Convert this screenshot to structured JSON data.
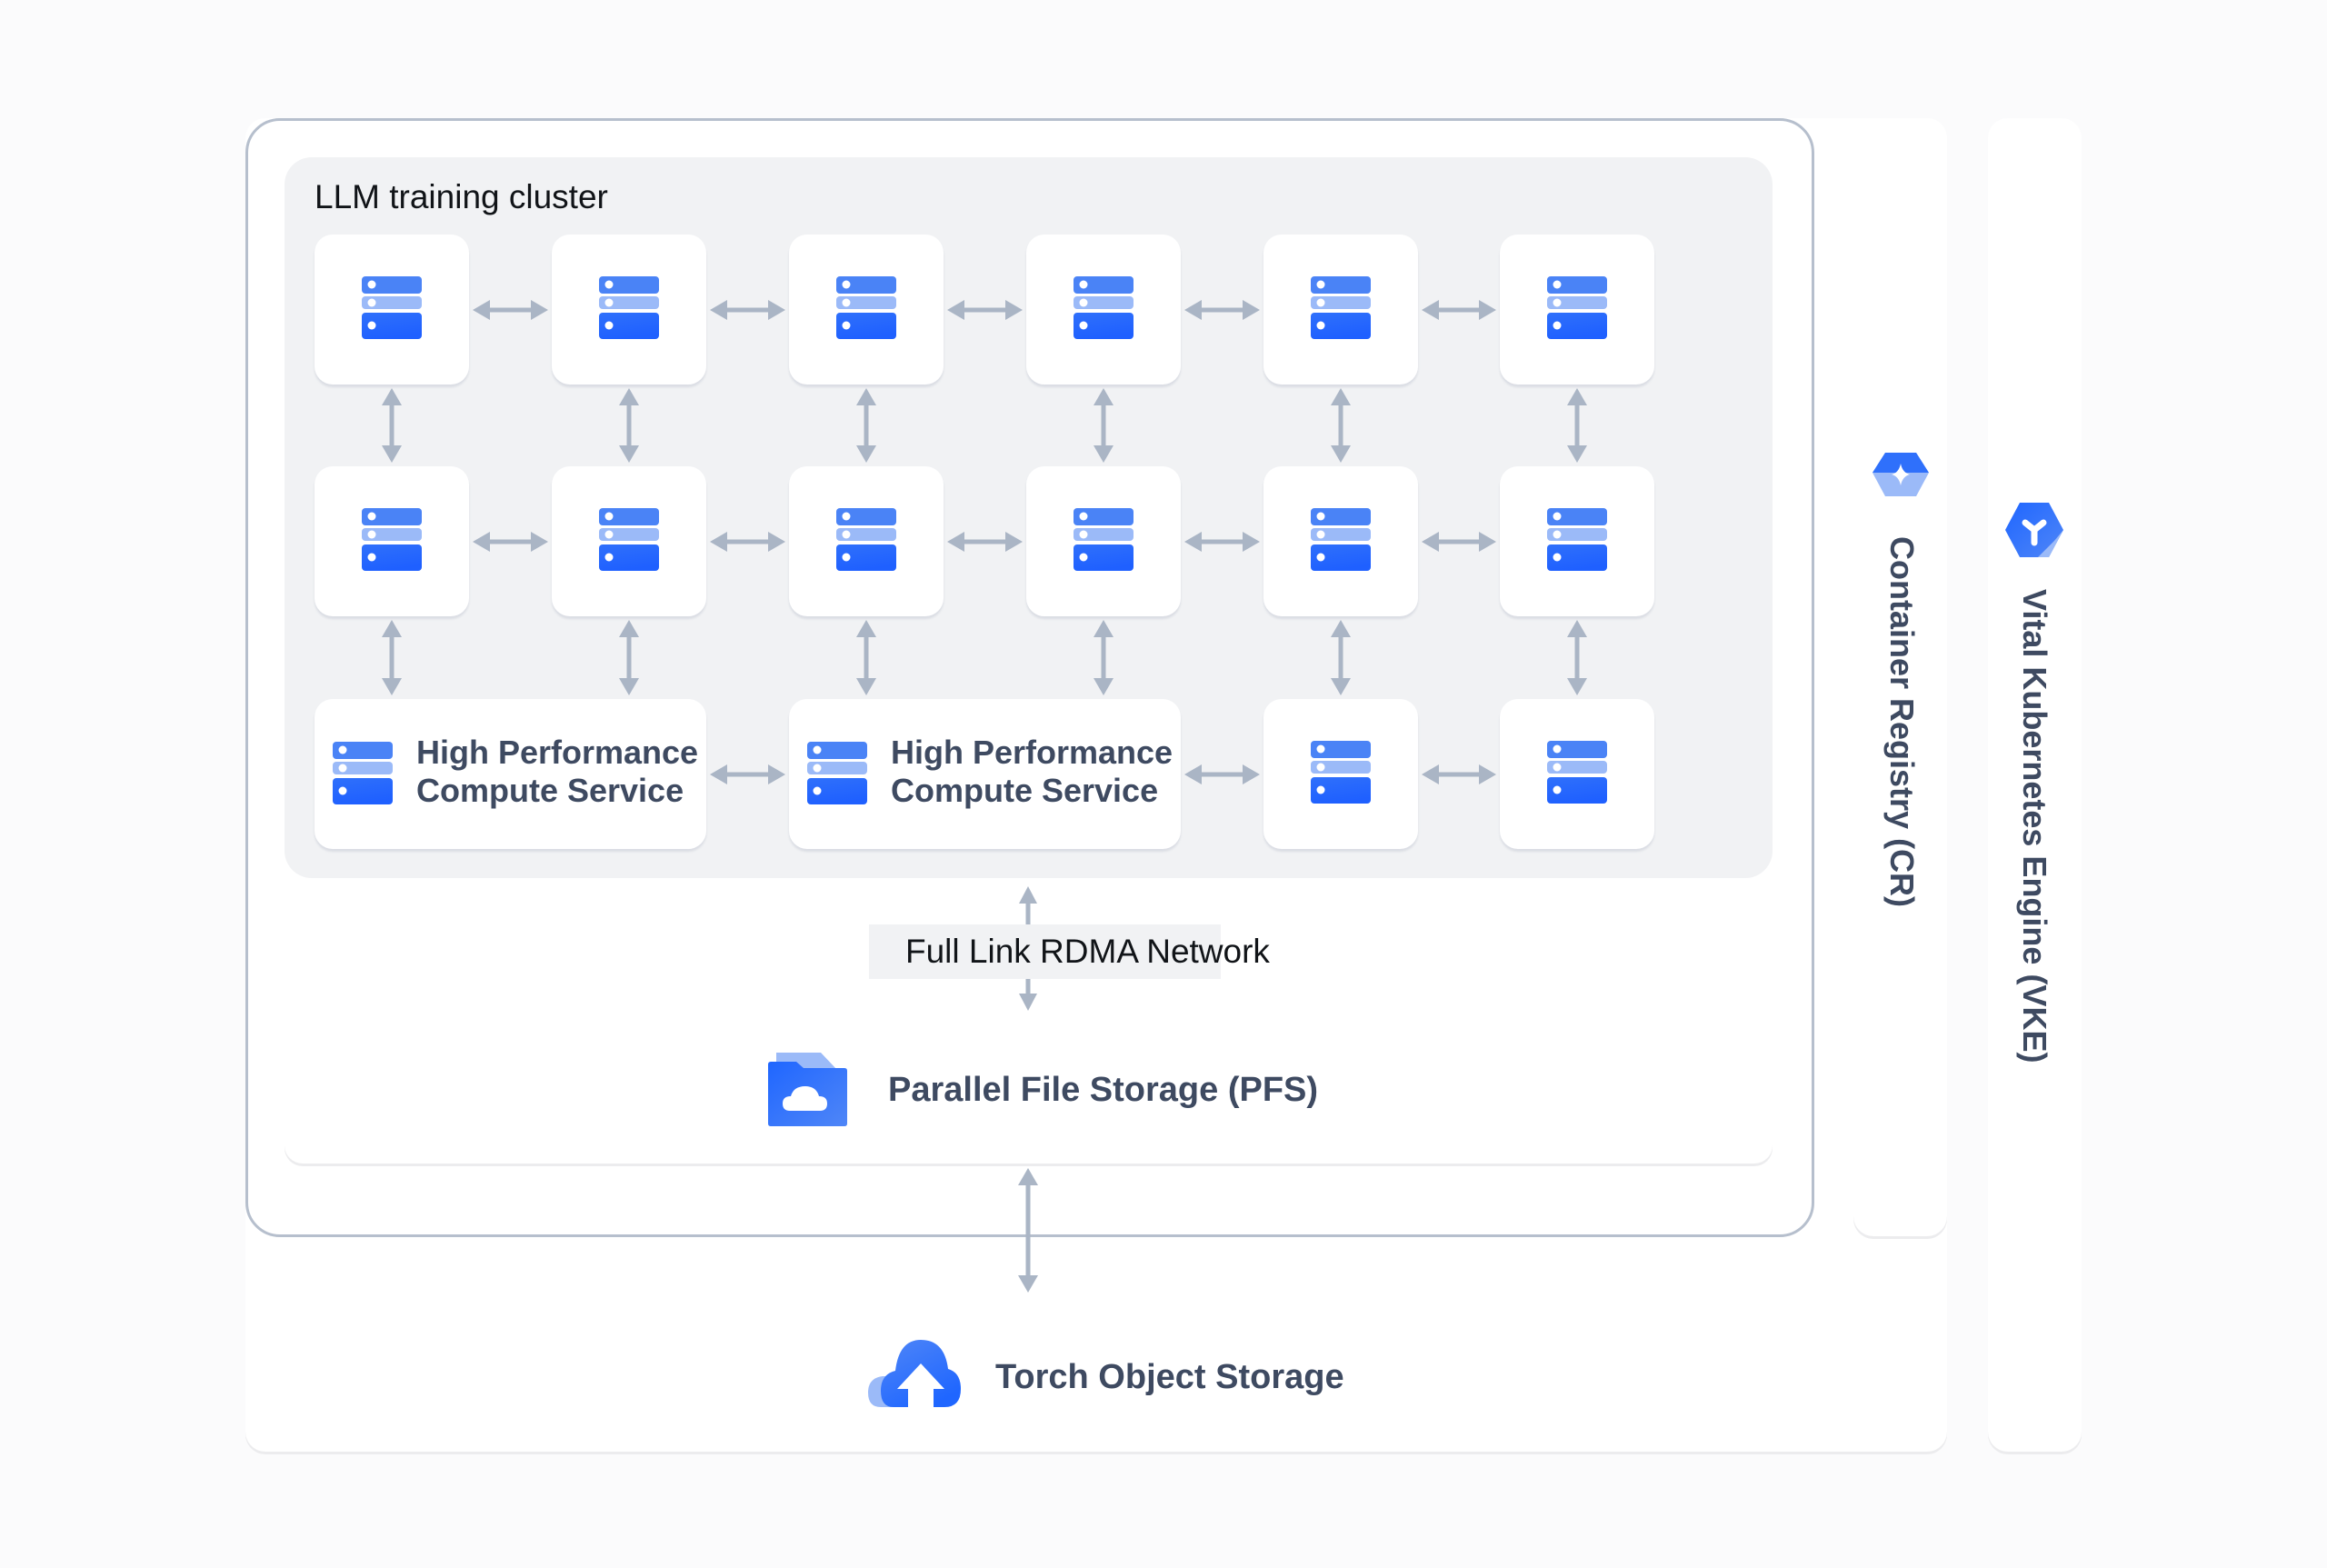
{
  "diagram": {
    "cluster": {
      "title": "LLM training cluster",
      "grid_rows": 3,
      "grid_cols": 6,
      "hpc_service_label_line1": "High Performance",
      "hpc_service_label_line2": "Compute Service",
      "node_icon": "server-rack-icon"
    },
    "network": {
      "label": "Full Link RDMA Network"
    },
    "file_storage": {
      "label": "Parallel File Storage (PFS)",
      "icon": "folder-cloud-icon"
    },
    "object_storage": {
      "label": "Torch Object Storage",
      "icon": "cloud-upload-icon"
    },
    "side_services": [
      {
        "label": "Container Registry (CR)",
        "icon": "container-registry-icon"
      },
      {
        "label": "Vital Kubernetes Engine (VKE)",
        "icon": "kubernetes-engine-icon"
      }
    ],
    "colors": {
      "accent_blue": "#1f66ff",
      "accent_blue_light": "#4f86f7",
      "accent_blue_pale": "#9bbaf8",
      "arrow_gray": "#aab5c5",
      "frame_border": "#b6bfcd",
      "panel_gray": "#f1f2f4",
      "label_dark": "#3e4a61"
    }
  }
}
